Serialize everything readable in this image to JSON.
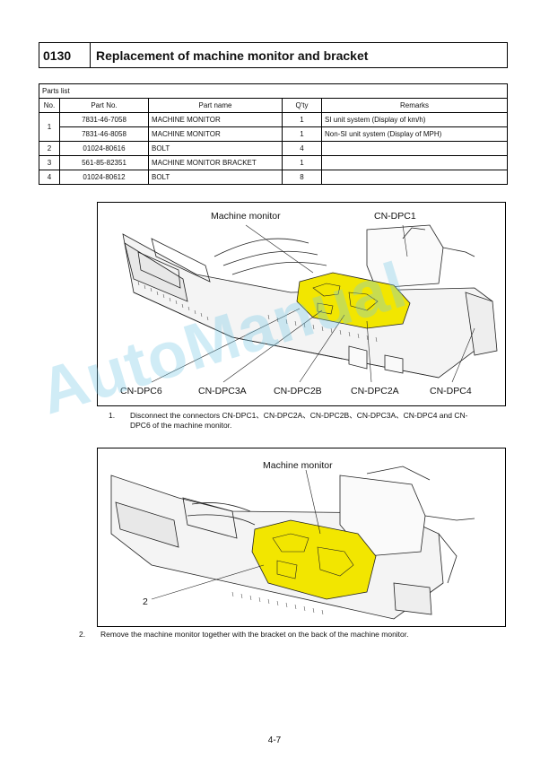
{
  "section": {
    "code": "0130",
    "title": "Replacement of machine monitor and bracket"
  },
  "parts_list": {
    "caption": "Parts list",
    "headers": {
      "no": "No.",
      "part_no": "Part No.",
      "part_name": "Part name",
      "qty": "Q'ty",
      "remarks": "Remarks"
    },
    "rows": [
      {
        "no": "1",
        "part_no": "7831-46-7058",
        "part_name": "MACHINE MONITOR",
        "qty": "1",
        "remarks": "SI unit system (Display of km/h)"
      },
      {
        "no": "",
        "part_no": "7831-46-8058",
        "part_name": "MACHINE MONITOR",
        "qty": "1",
        "remarks": "Non-SI unit system (Display of MPH)"
      },
      {
        "no": "2",
        "part_no": "01024-80616",
        "part_name": "BOLT",
        "qty": "4",
        "remarks": ""
      },
      {
        "no": "3",
        "part_no": "561-85-82351",
        "part_name": "MACHINE MONITOR BRACKET",
        "qty": "1",
        "remarks": ""
      },
      {
        "no": "4",
        "part_no": "01024-80612",
        "part_name": "BOLT",
        "qty": "8",
        "remarks": ""
      }
    ]
  },
  "figure1": {
    "labels": {
      "machine_monitor": "Machine monitor",
      "cn_dpc1": "CN-DPC1",
      "cn_dpc6": "CN-DPC6",
      "cn_dpc3a": "CN-DPC3A",
      "cn_dpc2b": "CN-DPC2B",
      "cn_dpc2a": "CN-DPC2A",
      "cn_dpc4": "CN-DPC4"
    }
  },
  "step1": {
    "num": "1.",
    "line1": "Disconnect the connectors CN-DPC1、CN-DPC2A、CN-DPC2B、CN-DPC3A、CN-DPC4 and CN-",
    "line2": "DPC6 of the machine monitor."
  },
  "figure2": {
    "labels": {
      "machine_monitor": "Machine monitor",
      "callout_2": "2"
    }
  },
  "step2": {
    "num": "2.",
    "text": "Remove the machine monitor together with the bracket on the back of the machine monitor."
  },
  "watermark": "AutoManual",
  "page_number": "4-7",
  "colors": {
    "highlight": "#f2e600",
    "watermark": "#78c8e6"
  }
}
